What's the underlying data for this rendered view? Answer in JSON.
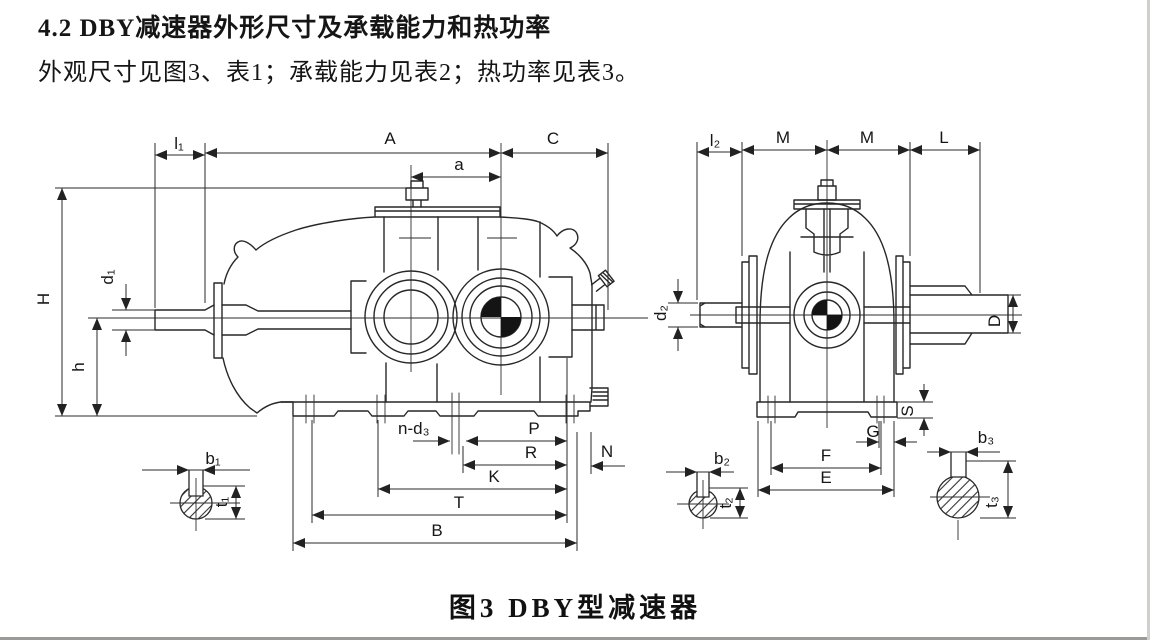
{
  "header": {
    "line1": "4.2 DBY减速器外形尺寸及承载能力和热功率",
    "line2": "外观尺寸见图3、表1；承载能力见表2；热功率见表3。"
  },
  "figure_caption": "图3  DBY型减速器",
  "colors": {
    "ink": "#272727",
    "paper": "#ffffff"
  },
  "front_view": {
    "dims": {
      "l1": "l₁",
      "A": "A",
      "a": "a",
      "C": "C",
      "H": "H",
      "d1": "d₁",
      "h": "h",
      "n_d3": "n-d₃",
      "P": "P",
      "R": "R",
      "K": "K",
      "T": "T",
      "B": "B",
      "N": "N",
      "b1": "b₁",
      "t1": "t₁"
    }
  },
  "side_view": {
    "dims": {
      "l2": "l₂",
      "M_left": "M",
      "M_right": "M",
      "L": "L",
      "d2": "d₂",
      "D": "D",
      "S": "S",
      "G": "G",
      "F": "F",
      "E": "E",
      "b2": "b₂",
      "t2": "t₂",
      "b3": "b₃",
      "t3": "t₃"
    }
  }
}
